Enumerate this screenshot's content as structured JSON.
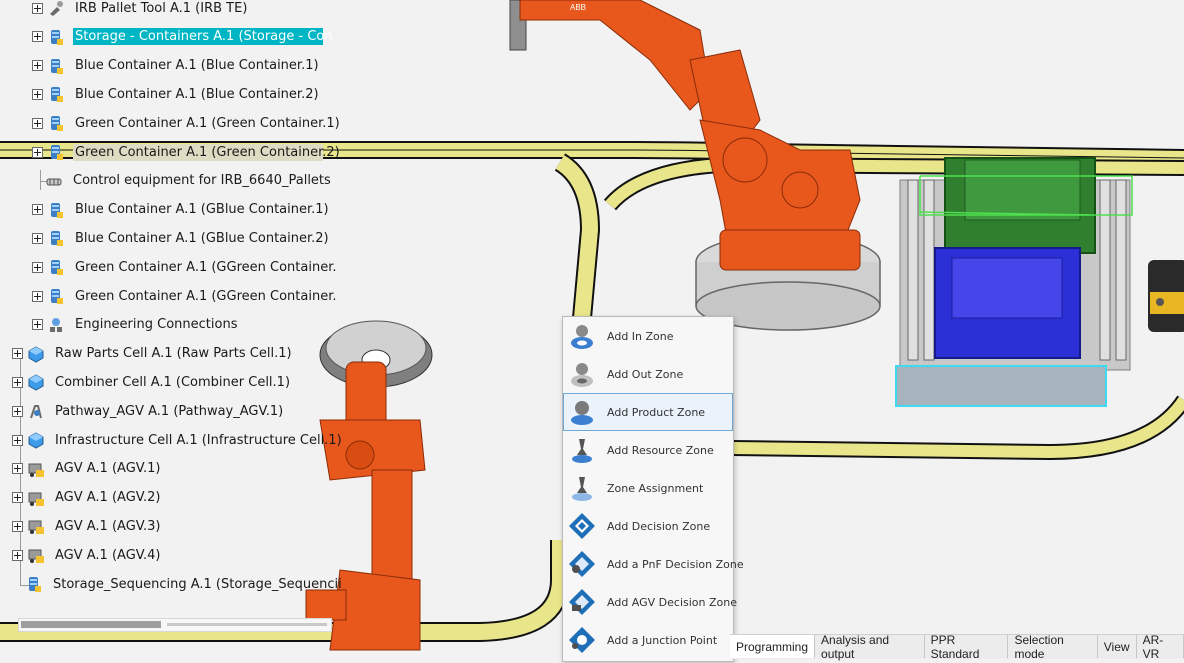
{
  "spec_tree": {
    "items": [
      {
        "label": "IRB Pallet Tool A.1 (IRB TE)",
        "level": 2,
        "expander": true,
        "icon": "tool-icon",
        "state": ""
      },
      {
        "label": "Storage - Containers A.1 (Storage - Con",
        "level": 2,
        "expander": true,
        "icon": "container-product-icon",
        "state": "selected"
      },
      {
        "label": "Blue Container A.1 (Blue Container.1)",
        "level": 2,
        "expander": true,
        "icon": "container-product-icon",
        "state": ""
      },
      {
        "label": "Blue Container A.1 (Blue Container.2)",
        "level": 2,
        "expander": true,
        "icon": "container-product-icon",
        "state": ""
      },
      {
        "label": "Green Container A.1 (Green Container.1)",
        "level": 2,
        "expander": true,
        "icon": "container-product-icon",
        "state": ""
      },
      {
        "label": "Green Container A.1 (Green Container.2)",
        "level": 2,
        "expander": true,
        "icon": "container-product-icon",
        "state": "preselected"
      },
      {
        "label": "Control equipment for IRB_6640_Pallets",
        "level": 2,
        "expander": false,
        "icon": "control-equipment-icon",
        "state": ""
      },
      {
        "label": "Blue Container A.1 (GBlue Container.1)",
        "level": 2,
        "expander": true,
        "icon": "container-product-icon",
        "state": ""
      },
      {
        "label": "Blue Container A.1 (GBlue Container.2)",
        "level": 2,
        "expander": true,
        "icon": "container-product-icon",
        "state": ""
      },
      {
        "label": "Green Container A.1 (GGreen Container.",
        "level": 2,
        "expander": true,
        "icon": "container-product-icon",
        "state": ""
      },
      {
        "label": "Green Container A.1 (GGreen Container.",
        "level": 2,
        "expander": true,
        "icon": "container-product-icon",
        "state": ""
      },
      {
        "label": "Engineering Connections",
        "level": 2,
        "expander": true,
        "icon": "engineering-connections-icon",
        "state": ""
      },
      {
        "label": "Raw Parts Cell A.1 (Raw Parts Cell.1)",
        "level": 1,
        "expander": true,
        "icon": "cell-icon",
        "state": ""
      },
      {
        "label": "Combiner Cell A.1 (Combiner Cell.1)",
        "level": 1,
        "expander": true,
        "icon": "cell-icon",
        "state": ""
      },
      {
        "label": "Pathway_AGV A.1 (Pathway_AGV.1)",
        "level": 1,
        "expander": true,
        "icon": "pathway-icon",
        "state": ""
      },
      {
        "label": "Infrastructure Cell A.1 (Infrastructure Cell.1)",
        "level": 1,
        "expander": true,
        "icon": "cell-icon",
        "state": ""
      },
      {
        "label": "AGV A.1 (AGV.1)",
        "level": 1,
        "expander": true,
        "icon": "agv-icon",
        "state": ""
      },
      {
        "label": "AGV A.1 (AGV.2)",
        "level": 1,
        "expander": true,
        "icon": "agv-icon",
        "state": ""
      },
      {
        "label": "AGV A.1 (AGV.3)",
        "level": 1,
        "expander": true,
        "icon": "agv-icon",
        "state": ""
      },
      {
        "label": "AGV A.1 (AGV.4)",
        "level": 1,
        "expander": true,
        "icon": "agv-icon",
        "state": ""
      },
      {
        "label": "Storage_Sequencing A.1 (Storage_Sequencii",
        "level": 1,
        "expander": false,
        "icon": "container-product-icon",
        "state": ""
      }
    ]
  },
  "context_menu": {
    "items": [
      {
        "label": "Add In Zone",
        "icon": "in-zone-icon"
      },
      {
        "label": "Add Out Zone",
        "icon": "out-zone-icon"
      },
      {
        "label": "Add Product Zone",
        "icon": "product-zone-icon",
        "hover": true
      },
      {
        "label": "Add Resource Zone",
        "icon": "resource-zone-icon"
      },
      {
        "label": "Zone Assignment",
        "icon": "zone-assignment-icon"
      },
      {
        "label": "Add Decision Zone",
        "icon": "decision-zone-icon"
      },
      {
        "label": "Add a PnF Decision Zone",
        "icon": "pnf-decision-zone-icon"
      },
      {
        "label": "Add AGV Decision Zone",
        "icon": "agv-decision-zone-icon"
      },
      {
        "label": "Add a Junction Point",
        "icon": "junction-point-icon"
      }
    ]
  },
  "bottom_tabs": [
    {
      "label": "Programming"
    },
    {
      "label": "Analysis and output"
    },
    {
      "label": "PPR Standard"
    },
    {
      "label": "Selection mode"
    },
    {
      "label": "View"
    },
    {
      "label": "AR-VR"
    }
  ],
  "robot_brand": "ABB",
  "colors": {
    "selection": "#00b5c4",
    "preselection": "#dfdcc4",
    "robot_orange": "#e8581c",
    "track_yellow": "#e9e58a",
    "container_blue": "#2b2fd6",
    "container_green": "#2f7f2f",
    "highlight_green": "#4ee04e"
  }
}
